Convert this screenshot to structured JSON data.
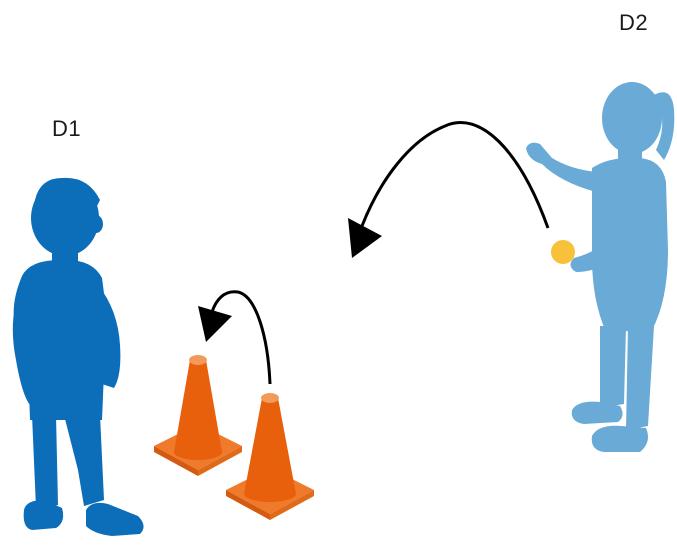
{
  "labels": {
    "left_child": "D1",
    "right_child": "D2"
  },
  "colors": {
    "left_child": "#0c6db9",
    "right_child": "#6aaad6",
    "cone_body": "#e85f0c",
    "cone_base": "#f07a2c",
    "cone_tip": "#f29a5a",
    "ball": "#f7c23a",
    "arrow": "#000000"
  },
  "icons": {
    "left_child": "standing-boy-silhouette",
    "right_child": "girl-throwing-ball-silhouette",
    "cones": "traffic-cone",
    "ball": "ball",
    "arrows": "curved-arrow"
  }
}
